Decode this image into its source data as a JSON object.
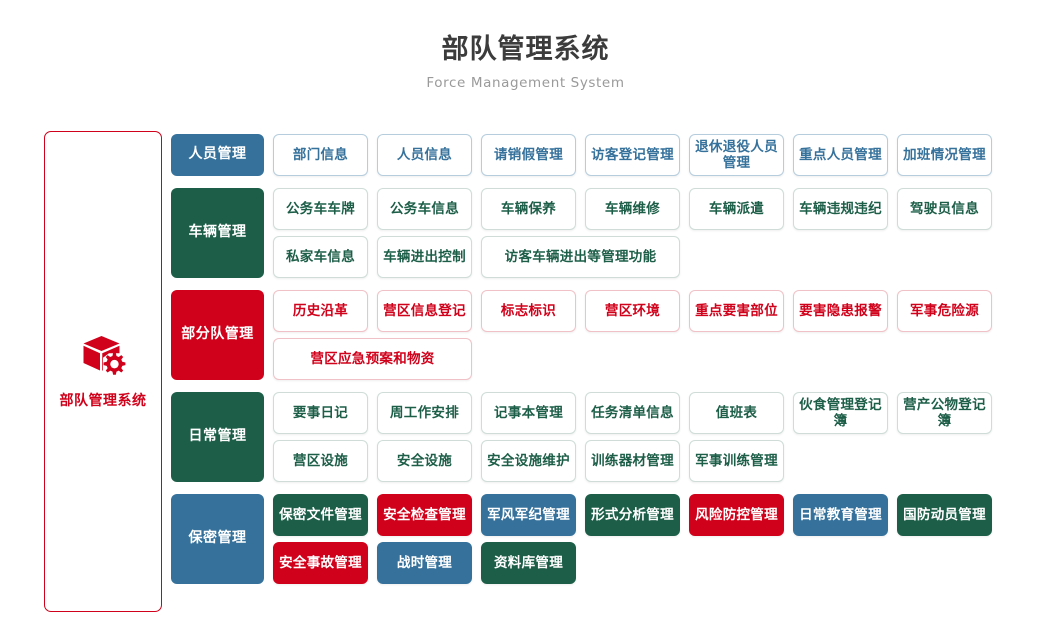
{
  "header": {
    "title": "部队管理系统",
    "subtitle": "Force Management System"
  },
  "sidebar": {
    "icon": "cube-gear-icon",
    "label": "部队管理系统",
    "border_color": "#d0021b",
    "text_color": "#d0021b"
  },
  "palette": {
    "blue": "#35719b",
    "green": "#1d5e48",
    "red": "#d0021b",
    "title_gray": "#3c3c3c",
    "subtitle_gray": "#9a9a9a"
  },
  "sections": [
    {
      "category": "人员管理",
      "category_style": "blue",
      "items": [
        {
          "label": "部门信息",
          "style": "o-blue",
          "wide": false
        },
        {
          "label": "人员信息",
          "style": "o-blue",
          "wide": false
        },
        {
          "label": "请销假管理",
          "style": "o-blue",
          "wide": false
        },
        {
          "label": "访客登记管理",
          "style": "o-blue",
          "wide": false
        },
        {
          "label": "退休退役人员管理",
          "style": "o-blue",
          "wide": false
        },
        {
          "label": "重点人员管理",
          "style": "o-blue",
          "wide": false
        },
        {
          "label": "加班情况管理",
          "style": "o-blue",
          "wide": false
        }
      ]
    },
    {
      "category": "车辆管理",
      "category_style": "green",
      "items": [
        {
          "label": "公务车车牌",
          "style": "o-green",
          "wide": false
        },
        {
          "label": "公务车信息",
          "style": "o-green",
          "wide": false
        },
        {
          "label": "车辆保养",
          "style": "o-green",
          "wide": false
        },
        {
          "label": "车辆维修",
          "style": "o-green",
          "wide": false
        },
        {
          "label": "车辆派遣",
          "style": "o-green",
          "wide": false
        },
        {
          "label": "车辆违规违纪",
          "style": "o-green",
          "wide": false
        },
        {
          "label": "驾驶员信息",
          "style": "o-green",
          "wide": false
        },
        {
          "label": "私家车信息",
          "style": "o-green",
          "wide": false
        },
        {
          "label": "车辆进出控制",
          "style": "o-green",
          "wide": false
        },
        {
          "label": "访客车辆进出等管理功能",
          "style": "o-green",
          "wide": true
        }
      ]
    },
    {
      "category": "部分队管理",
      "category_style": "red",
      "items": [
        {
          "label": "历史沿革",
          "style": "o-red",
          "wide": false
        },
        {
          "label": "营区信息登记",
          "style": "o-red",
          "wide": false
        },
        {
          "label": "标志标识",
          "style": "o-red",
          "wide": false
        },
        {
          "label": "营区环境",
          "style": "o-red",
          "wide": false
        },
        {
          "label": "重点要害部位",
          "style": "o-red",
          "wide": false
        },
        {
          "label": "要害隐患报警",
          "style": "o-red",
          "wide": false
        },
        {
          "label": "军事危险源",
          "style": "o-red",
          "wide": false
        },
        {
          "label": "营区应急预案和物资",
          "style": "o-red",
          "wide": true
        }
      ]
    },
    {
      "category": "日常管理",
      "category_style": "green",
      "items": [
        {
          "label": "要事日记",
          "style": "o-green",
          "wide": false
        },
        {
          "label": "周工作安排",
          "style": "o-green",
          "wide": false
        },
        {
          "label": "记事本管理",
          "style": "o-green",
          "wide": false
        },
        {
          "label": "任务清单信息",
          "style": "o-green",
          "wide": false
        },
        {
          "label": "值班表",
          "style": "o-green",
          "wide": false
        },
        {
          "label": "伙食管理登记簿",
          "style": "o-green",
          "wide": false
        },
        {
          "label": "营产公物登记簿",
          "style": "o-green",
          "wide": false
        },
        {
          "label": "营区设施",
          "style": "o-green",
          "wide": false
        },
        {
          "label": "安全设施",
          "style": "o-green",
          "wide": false
        },
        {
          "label": "安全设施维护",
          "style": "o-green",
          "wide": false
        },
        {
          "label": "训练器材管理",
          "style": "o-green",
          "wide": false
        },
        {
          "label": "军事训练管理",
          "style": "o-green",
          "wide": false
        }
      ]
    },
    {
      "category": "保密管理",
      "category_style": "blue",
      "items": [
        {
          "label": "保密文件管理",
          "style": "f-green",
          "wide": false
        },
        {
          "label": "安全检查管理",
          "style": "f-red",
          "wide": false
        },
        {
          "label": "军风军纪管理",
          "style": "f-blue",
          "wide": false
        },
        {
          "label": "形式分析管理",
          "style": "f-green",
          "wide": false
        },
        {
          "label": "风险防控管理",
          "style": "f-red",
          "wide": false
        },
        {
          "label": "日常教育管理",
          "style": "f-blue",
          "wide": false
        },
        {
          "label": "国防动员管理",
          "style": "f-green",
          "wide": false
        },
        {
          "label": "安全事故管理",
          "style": "f-red",
          "wide": false
        },
        {
          "label": "战时管理",
          "style": "f-blue",
          "wide": false
        },
        {
          "label": "资料库管理",
          "style": "f-green",
          "wide": false
        }
      ]
    }
  ]
}
